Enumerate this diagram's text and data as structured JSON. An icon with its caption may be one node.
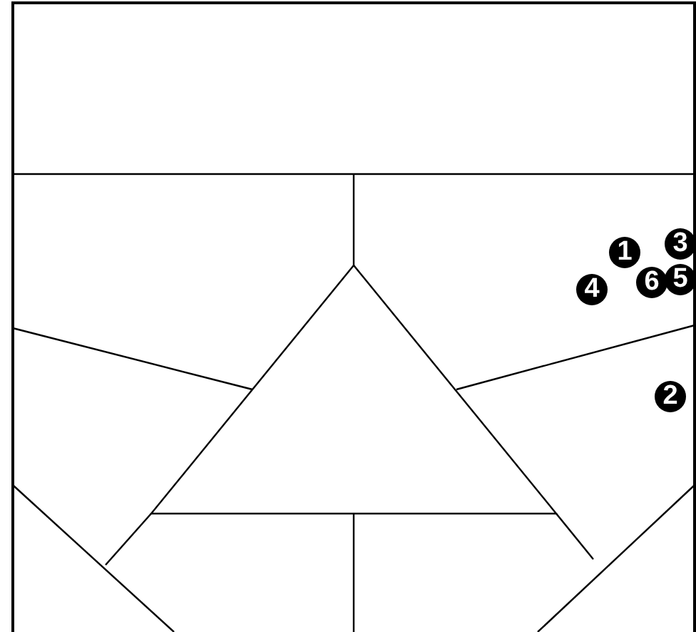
{
  "diagram": {
    "labels": [
      "1",
      "3",
      "4",
      "6",
      "5",
      "2"
    ]
  }
}
